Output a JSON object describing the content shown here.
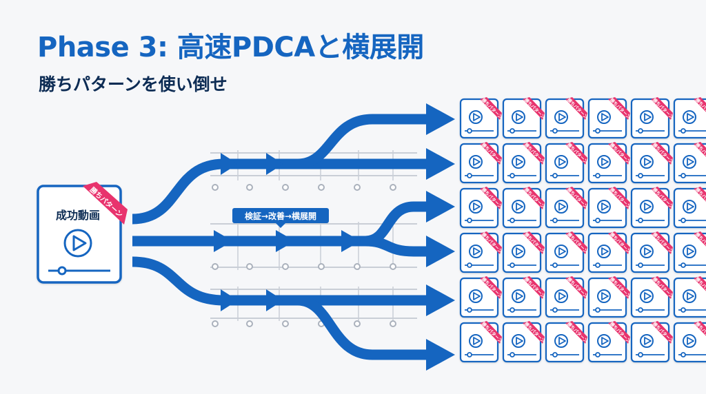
{
  "title": "Phase 3: 高速PDCAと横展開",
  "subtitle": "勝ちパターンを使い倒せ",
  "source_card": {
    "title": "成功動画",
    "ribbon": "勝ちパターン",
    "icon": "play-icon"
  },
  "process_label": "検証→改善→横展開",
  "grid_card": {
    "ribbon": "勝ちパターン",
    "icon": "play-icon",
    "rows": 6,
    "columns_visible": 6
  },
  "colors": {
    "accent": "#1565c0",
    "title": "#1565c0",
    "subtitle": "#0d2c54",
    "ribbon": "#e8336d",
    "background": "#f6f7f9"
  }
}
